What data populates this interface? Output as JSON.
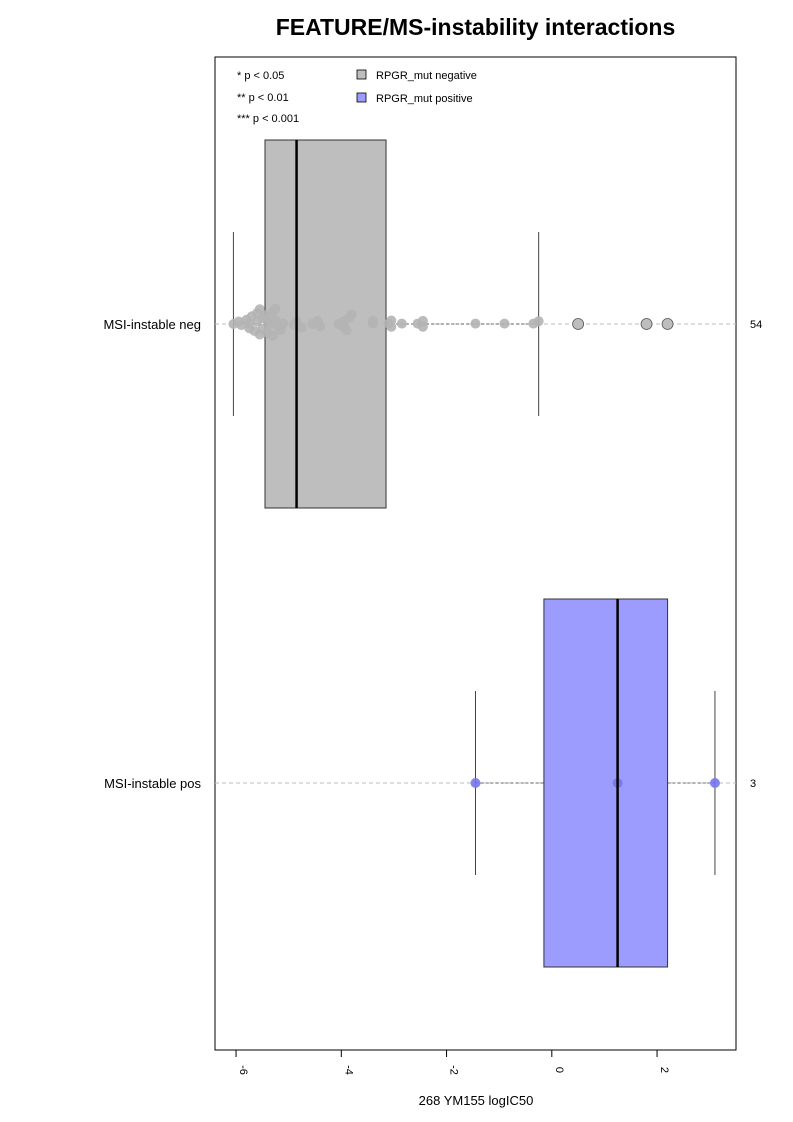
{
  "chart_data": {
    "type": "boxplot",
    "orientation": "horizontal",
    "title": "FEATURE/MS-instability interactions",
    "xlabel": "268 YM155 logIC50",
    "xlim": [
      -6.4,
      3.5
    ],
    "xticks": [
      -6,
      -4,
      -2,
      0,
      2
    ],
    "significance_legend": [
      "* p < 0.05",
      "** p < 0.01",
      "*** p < 0.001"
    ],
    "legend": [
      {
        "label": "RPGR_mut negative",
        "color": "#bebebe"
      },
      {
        "label": "RPGR_mut positive",
        "color": "#9c9cff"
      }
    ],
    "groups": [
      {
        "label": "MSI-instable neg",
        "count": "54",
        "color": "#bebebe",
        "point_color": "#b4b4b4",
        "q1": -5.45,
        "median": -4.85,
        "q3": -3.15,
        "whisker_low": -6.05,
        "whisker_high": -0.25,
        "outliers": [
          0.5,
          1.8,
          2.2
        ],
        "points": [
          [
            -6.05,
            0
          ],
          [
            -5.95,
            0.18
          ],
          [
            -5.9,
            -0.08
          ],
          [
            -5.8,
            0.3
          ],
          [
            -5.75,
            0.03
          ],
          [
            -5.75,
            -0.3
          ],
          [
            -5.7,
            0.55
          ],
          [
            -5.65,
            -0.5
          ],
          [
            -5.6,
            0.78
          ],
          [
            -5.6,
            0.18
          ],
          [
            -5.55,
            1.05
          ],
          [
            -5.55,
            -0.75
          ],
          [
            -5.5,
            0.42
          ],
          [
            -5.5,
            -0.35
          ],
          [
            -5.45,
            0.62
          ],
          [
            -5.4,
            0.22
          ],
          [
            -5.4,
            -0.62
          ],
          [
            -5.35,
            0
          ],
          [
            -5.3,
            0.85
          ],
          [
            -5.3,
            -0.85
          ],
          [
            -5.25,
            1.1
          ],
          [
            -5.25,
            0.25
          ],
          [
            -5.2,
            -0.2
          ],
          [
            -5.15,
            -0.45
          ],
          [
            -5.1,
            0.03
          ],
          [
            -4.9,
            -0.05
          ],
          [
            -4.85,
            0.2
          ],
          [
            -4.75,
            -0.25
          ],
          [
            -4.55,
            0
          ],
          [
            -4.45,
            0.22
          ],
          [
            -4.4,
            -0.18
          ],
          [
            -4.05,
            0
          ],
          [
            -3.95,
            0.2
          ],
          [
            -3.95,
            -0.2
          ],
          [
            -3.9,
            -0.45
          ],
          [
            -3.85,
            0.45
          ],
          [
            -3.8,
            0.7
          ],
          [
            -3.4,
            0.03
          ],
          [
            -3.4,
            0.25
          ],
          [
            -3.1,
            0.03
          ],
          [
            -3.05,
            0.25
          ],
          [
            -3.05,
            -0.2
          ],
          [
            -2.85,
            0.03
          ],
          [
            -2.55,
            0.03
          ],
          [
            -2.45,
            0.22
          ],
          [
            -2.45,
            -0.2
          ],
          [
            -1.45,
            0.03
          ],
          [
            -0.9,
            0.03
          ],
          [
            -0.35,
            0.03
          ],
          [
            -0.25,
            0.2
          ]
        ]
      },
      {
        "label": "MSI-instable pos",
        "count": "3",
        "color": "#9c9cff",
        "point_color": "#7777ee",
        "q1": -0.15,
        "median": 1.25,
        "q3": 2.2,
        "whisker_low": -1.45,
        "whisker_high": 3.1,
        "outliers": [],
        "points": [
          [
            -1.45,
            0
          ],
          [
            1.25,
            0
          ],
          [
            3.1,
            0
          ]
        ]
      }
    ]
  }
}
